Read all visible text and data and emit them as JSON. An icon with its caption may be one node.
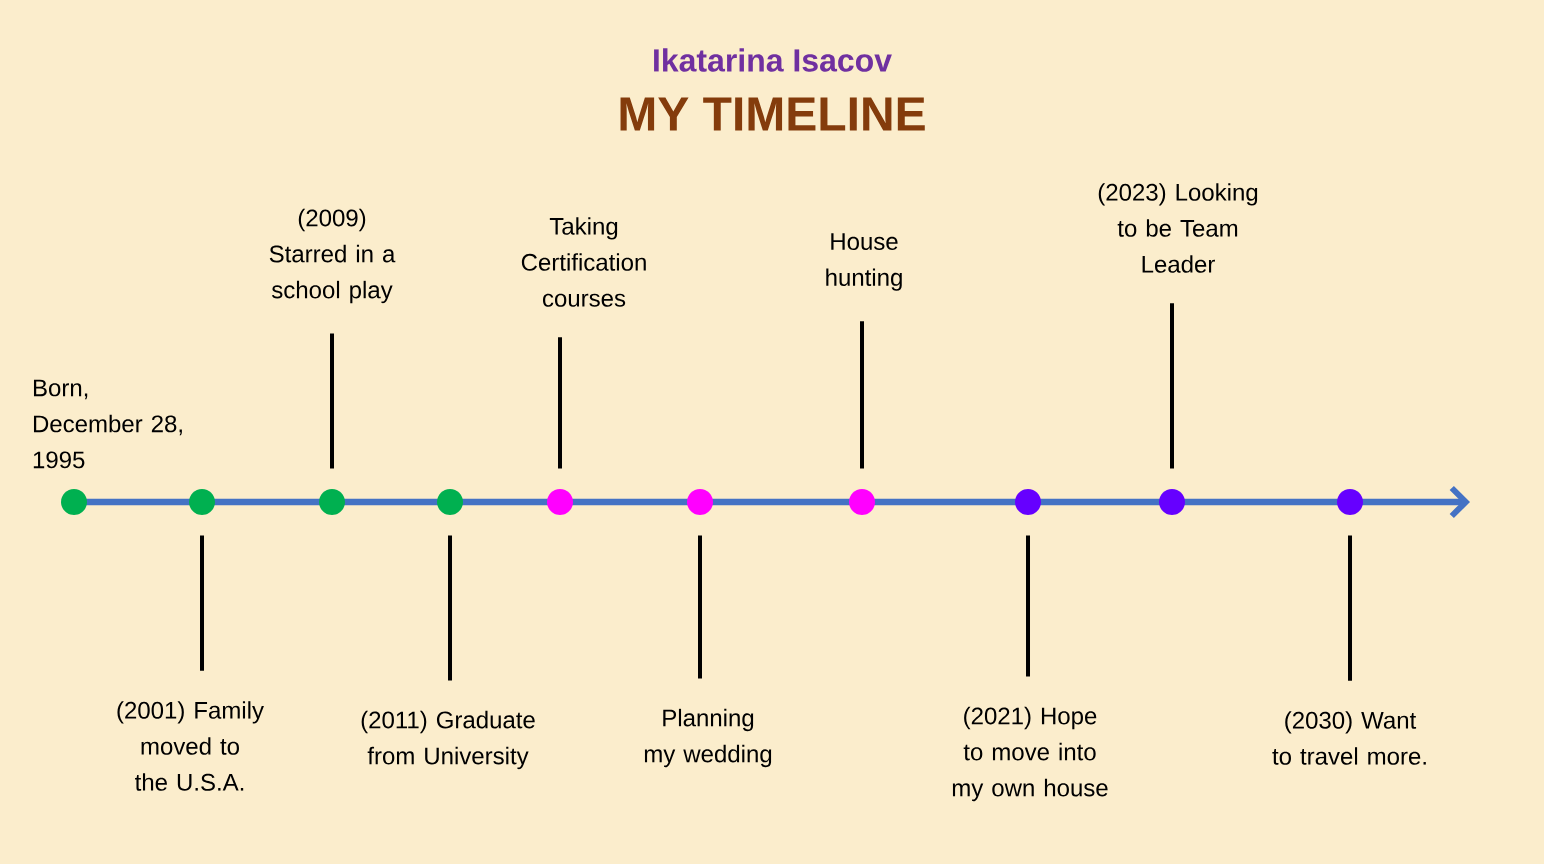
{
  "diagram": {
    "title": "MY TIMELINE",
    "nodes": [
      {
        "text": [
          "Born, December 28, 1995"
        ]
      },
      {
        "text": [
          "(2001) Family moved to the U.S.A."
        ]
      },
      {
        "text": [
          "(2009) Starred in a school play"
        ]
      },
      {
        "text": [
          "(2011) Graduate from University"
        ]
      },
      {
        "text": [
          "Taking Certification courses"
        ]
      },
      {
        "text": [
          "Planning my wedding"
        ]
      },
      {
        "text": [
          "House hunting"
        ]
      },
      {
        "text": [
          "(2021) Hope to move into my own house"
        ]
      },
      {
        "text": [
          "(2023) Looking to be Team Leader"
        ]
      },
      {
        "text": [
          "(2030) Want to travel more."
        ]
      },
      {
        "text": [],
        "shape": "circle"
      },
      {
        "text": [],
        "shape": "circle"
      },
      {
        "text": [],
        "shape": "circle"
      },
      {
        "text": [],
        "shape": "circle"
      },
      {
        "text": [],
        "shape": "circle"
      },
      {
        "text": [],
        "shape": "circle"
      },
      {
        "text": [],
        "shape": "circle"
      },
      {
        "text": [],
        "shape": "circle"
      },
      {
        "text": [],
        "shape": "circle"
      },
      {
        "text": [],
        "shape": "circle"
      }
    ],
    "edges": [
      {
        "from": 1,
        "to": 11,
        "arrow": "none"
      },
      {
        "from": 2,
        "to": 12,
        "arrow": "none"
      },
      {
        "from": 3,
        "to": 13,
        "arrow": "none"
      },
      {
        "from": 4,
        "to": 14,
        "arrow": "none"
      },
      {
        "from": 5,
        "to": 15,
        "arrow": "none"
      },
      {
        "from": 6,
        "to": 16,
        "arrow": "none"
      },
      {
        "from": 7,
        "to": 17,
        "arrow": "none"
      },
      {
        "from": 8,
        "to": 18,
        "arrow": "none"
      },
      {
        "from": 9,
        "to": 19,
        "arrow": "none"
      }
    ],
    "labels": [
      "Ikatarina Isacov"
    ]
  }
}
